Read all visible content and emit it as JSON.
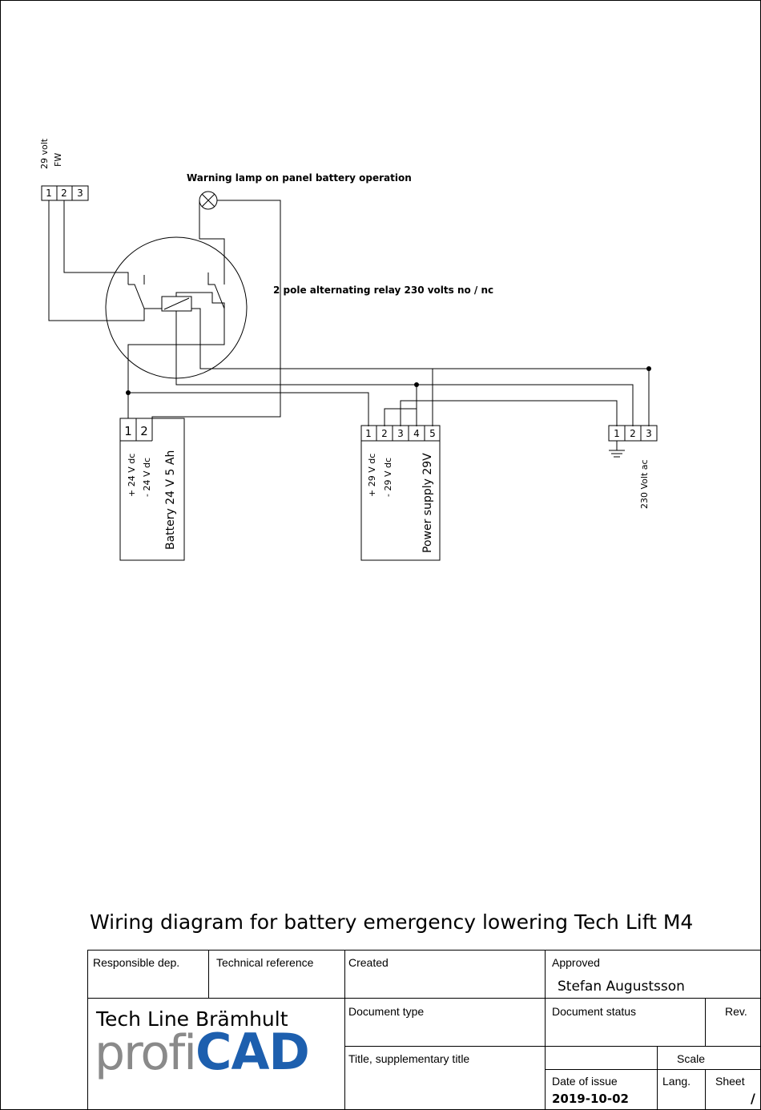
{
  "diagram": {
    "fw_connector": {
      "pins": [
        "1",
        "2",
        "3"
      ],
      "label_line1": "29 volt",
      "label_line2": "FW"
    },
    "lamp_label": "Warning lamp on panel battery operation",
    "relay_label": "2 pole alternating relay 230 volts no / nc",
    "battery": {
      "pins": [
        "1",
        "2"
      ],
      "pin_labels": [
        "+ 24 V dc",
        "- 24 V dc"
      ],
      "title": "Battery 24 V 5 Ah"
    },
    "power_supply": {
      "pins": [
        "1",
        "2",
        "3",
        "4",
        "5"
      ],
      "pin_labels": [
        "+ 29 V dc",
        "- 29 V dc"
      ],
      "title": "Power supply 29V"
    },
    "mains": {
      "pins": [
        "1",
        "2",
        "3"
      ],
      "label": "230 Volt ac"
    }
  },
  "title_block": {
    "main_title": "Wiring diagram for battery emergency lowering Tech Lift M4",
    "responsible_dep_label": "Responsible dep.",
    "technical_reference_label": "Technical reference",
    "created_label": "Created",
    "approved_label": "Approved",
    "approved_value": "Stefan Augustsson",
    "company_name": "Tech Line Brämhult",
    "logo_text_a": "profi",
    "logo_text_b": "CAD",
    "document_type_label": "Document type",
    "document_status_label": "Document status",
    "rev_label": "Rev.",
    "title_supplementary_label": "Title, supplementary title",
    "scale_label": "Scale",
    "date_of_issue_label": "Date of issue",
    "date_of_issue_value": "2019-10-02",
    "lang_label": "Lang.",
    "sheet_label": "Sheet",
    "sheet_value": "/"
  },
  "colors": {
    "logo_gray": "#8a8a8a",
    "logo_blue": "#1d5fae"
  }
}
